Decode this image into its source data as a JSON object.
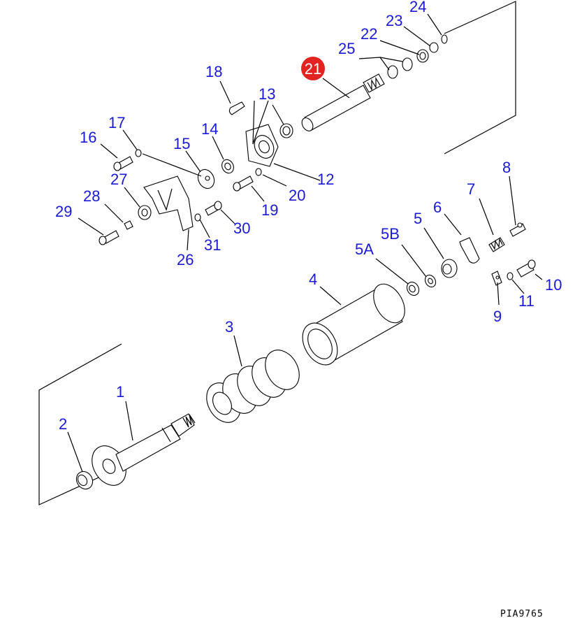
{
  "labels": {
    "p1": "1",
    "p2": "2",
    "p3": "3",
    "p4": "4",
    "p5": "5",
    "p5a": "5A",
    "p5b": "5B",
    "p6": "6",
    "p7": "7",
    "p8": "8",
    "p9": "9",
    "p10": "10",
    "p11": "11",
    "p12": "12",
    "p13": "13",
    "p14": "14",
    "p15": "15",
    "p16": "16",
    "p17": "17",
    "p18": "18",
    "p19": "19",
    "p20": "20",
    "p21": "21",
    "p22": "22",
    "p23": "23",
    "p24": "24",
    "p25": "25",
    "p26": "26",
    "p27": "27",
    "p28": "28",
    "p29": "29",
    "p30": "30",
    "p31": "31"
  },
  "highlighted_part": "21",
  "drawing_code": "PIA9765",
  "colors": {
    "label": "#1a1ad6",
    "highlight": "#e32222",
    "line": "#000000"
  }
}
